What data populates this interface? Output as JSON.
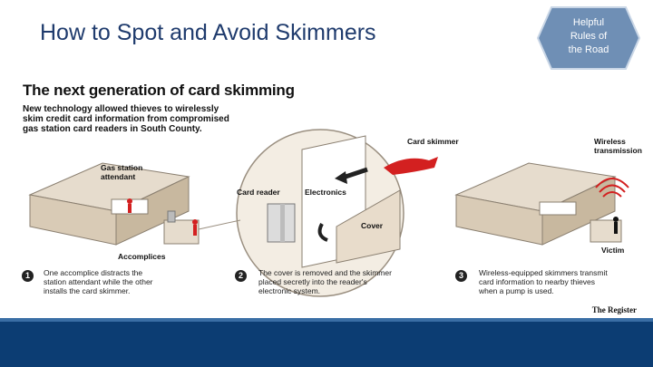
{
  "slide": {
    "title": "How to Spot and Avoid Skimmers",
    "badge_lines": [
      "Helpful",
      "Rules of",
      "the Road"
    ]
  },
  "colors": {
    "title": "#1f3b6d",
    "badge_fill": "#6f8fb5",
    "footer": "#0c3d73",
    "accent_red": "#d32020"
  },
  "infographic": {
    "title": "The next generation of card skimming",
    "subtitle_lines": [
      "New technology allowed thieves to wirelessly",
      "skim credit card information from compromised",
      "gas station card readers in South County."
    ],
    "labels": {
      "gas_station_attendant": [
        "Gas station",
        "attendant"
      ],
      "accomplices": "Accomplices",
      "card_reader": "Card reader",
      "electronics": "Electronics",
      "cover": "Cover",
      "card_skimmer": "Card skimmer",
      "wireless_transmission": [
        "Wireless",
        "transmission"
      ],
      "victim": "Victim"
    },
    "steps": [
      {
        "num": "1",
        "lines": [
          "One accomplice distracts the",
          "station attendant while the other",
          "installs the card skimmer."
        ]
      },
      {
        "num": "2",
        "lines": [
          "The cover is removed and the skimmer",
          "placed secretly into the reader's",
          "electronic system."
        ]
      },
      {
        "num": "3",
        "lines": [
          "Wireless-equipped skimmers transmit",
          "card information to nearby thieves",
          "when a pump is used."
        ]
      }
    ],
    "credit": "The Register"
  }
}
